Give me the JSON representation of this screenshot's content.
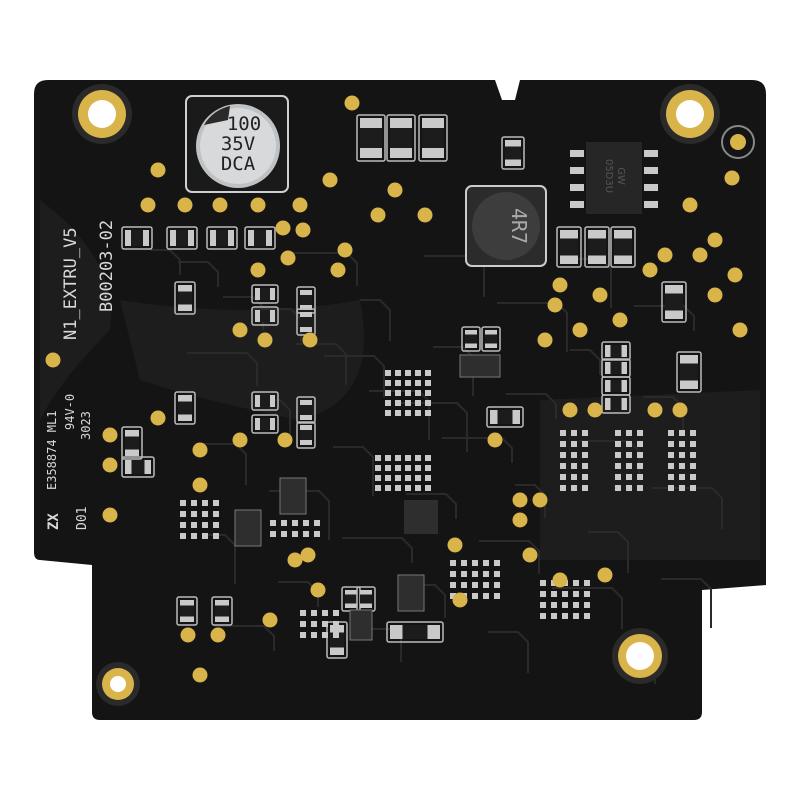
{
  "board": {
    "colors": {
      "solder_mask": "#141414",
      "mask_light": "#222222",
      "gold": "#d9b44a",
      "silk": "#d8d8d8",
      "pad": "#c9c9c9"
    },
    "silkscreen": {
      "board_name": "N1_EXTRU_V5",
      "part_number": "B00203-02",
      "ul_code": "E358874 ML1",
      "flammability": "94V-0",
      "date_code": "3023",
      "revision": "D01",
      "logo": "ZX"
    },
    "capacitor": {
      "line1": "100",
      "line2": "35V",
      "line3": "DCA"
    },
    "inductor": {
      "marking": "4R7"
    },
    "ic": {
      "line1": "GW",
      "line2": "05D3U"
    }
  }
}
